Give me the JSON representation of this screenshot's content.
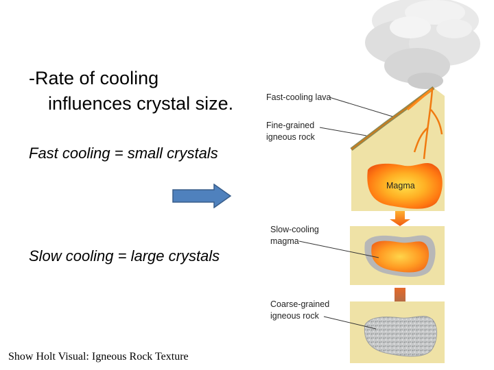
{
  "bullets": {
    "rate_line1": "-Rate of cooling",
    "rate_line2": "influences crystal size.",
    "fast": "Fast cooling = small crystals",
    "slow": "Slow cooling = large crystals"
  },
  "footer": {
    "link_text": "Show Holt Visual: Igneous Rock Texture"
  },
  "diagram": {
    "labels": {
      "fast_cooling_lava": "Fast-cooling lava",
      "fine_grained_1": "Fine-grained",
      "fine_grained_2": "igneous rock",
      "magma": "Magma",
      "slow_cooling_1": "Slow-cooling",
      "slow_cooling_2": "magma",
      "coarse_grained_1": "Coarse-grained",
      "coarse_grained_2": "igneous rock"
    }
  },
  "colors": {
    "arrow_blue": "#4f81bd",
    "ground": "#efe2a6",
    "magma": "#ff9a1e",
    "gray_rock": "#b9bcbe"
  }
}
